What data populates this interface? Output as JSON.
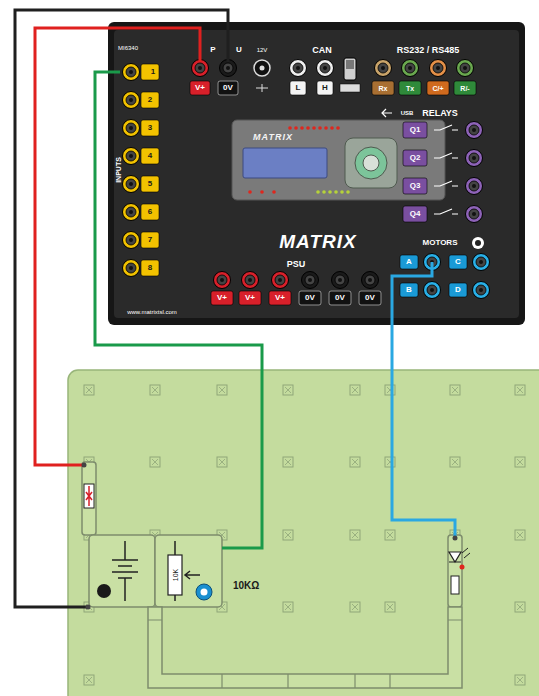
{
  "diagram": {
    "nodes": [
      {
        "text": [
          "1"
        ]
      },
      {
        "text": [
          "10K",
          "10KΩ"
        ]
      }
    ],
    "edges": [
      {
        "from": 0,
        "to": 1,
        "arrow": "none"
      }
    ],
    "labels": [
      "MI6340",
      "V+",
      "0V",
      "P",
      "U",
      "12V",
      "CAN",
      "L",
      "H",
      "RS232 / RS485",
      "Rx",
      "Tx",
      "C/+",
      "R/-",
      "INPUTS",
      "2",
      "3",
      "4",
      "5",
      "6",
      "7",
      "8",
      "USB",
      "RELAYS",
      "Q1",
      "Q2",
      "Q3",
      "Q4",
      "MATRIX",
      "MATRIX",
      "PSU",
      "V+",
      "V+",
      "V+",
      "0V",
      "0V",
      "0V",
      "MOTORS",
      "A",
      "B",
      "C",
      "D",
      "www.matrixtsl.com"
    ]
  }
}
